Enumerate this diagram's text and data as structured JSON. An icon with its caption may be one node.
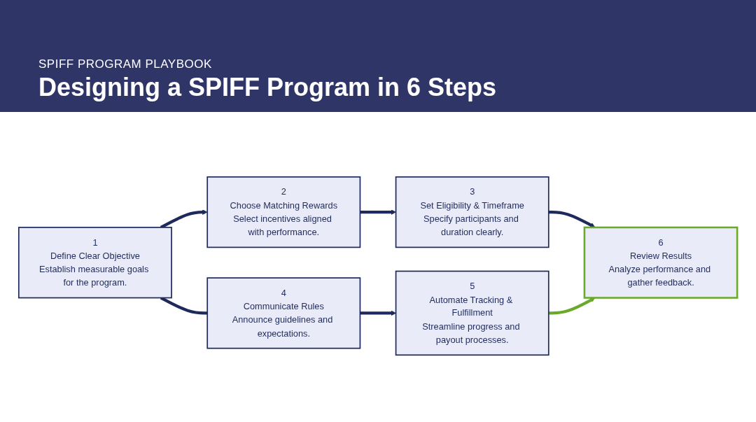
{
  "diagram": {
    "title": "Designing a SPIFF Program in 6 Steps",
    "nodes": [
      {
        "text": [
          "1",
          "Define Clear Objective",
          "Establish measurable goals for the program."
        ]
      },
      {
        "text": [
          "2",
          "Choose Matching Rewards",
          "Select incentives aligned with performance."
        ]
      },
      {
        "text": [
          "3",
          "Set Eligibility & Timeframe",
          "Specify participants and duration clearly."
        ]
      },
      {
        "text": [
          "4",
          "Communicate Rules",
          "Announce guidelines and expectations."
        ]
      },
      {
        "text": [
          "5",
          "Automate Tracking & Fulfillment",
          "Streamline progress and payout processes."
        ]
      },
      {
        "text": [
          "6",
          "Review Results",
          "Analyze performance and gather feedback."
        ]
      }
    ],
    "edges": [
      {
        "from": 0,
        "to": 1,
        "arrow": "to"
      },
      {
        "from": 1,
        "to": 2,
        "arrow": "to"
      },
      {
        "from": 2,
        "to": 5,
        "arrow": "to"
      },
      {
        "from": 0,
        "to": 3,
        "arrow": "none"
      },
      {
        "from": 3,
        "to": 4,
        "arrow": "to"
      },
      {
        "from": 4,
        "to": 5,
        "arrow": "to",
        "color": "#6aaa2a"
      }
    ],
    "labels": [
      "SPIFF PROGRAM PLAYBOOK"
    ]
  }
}
